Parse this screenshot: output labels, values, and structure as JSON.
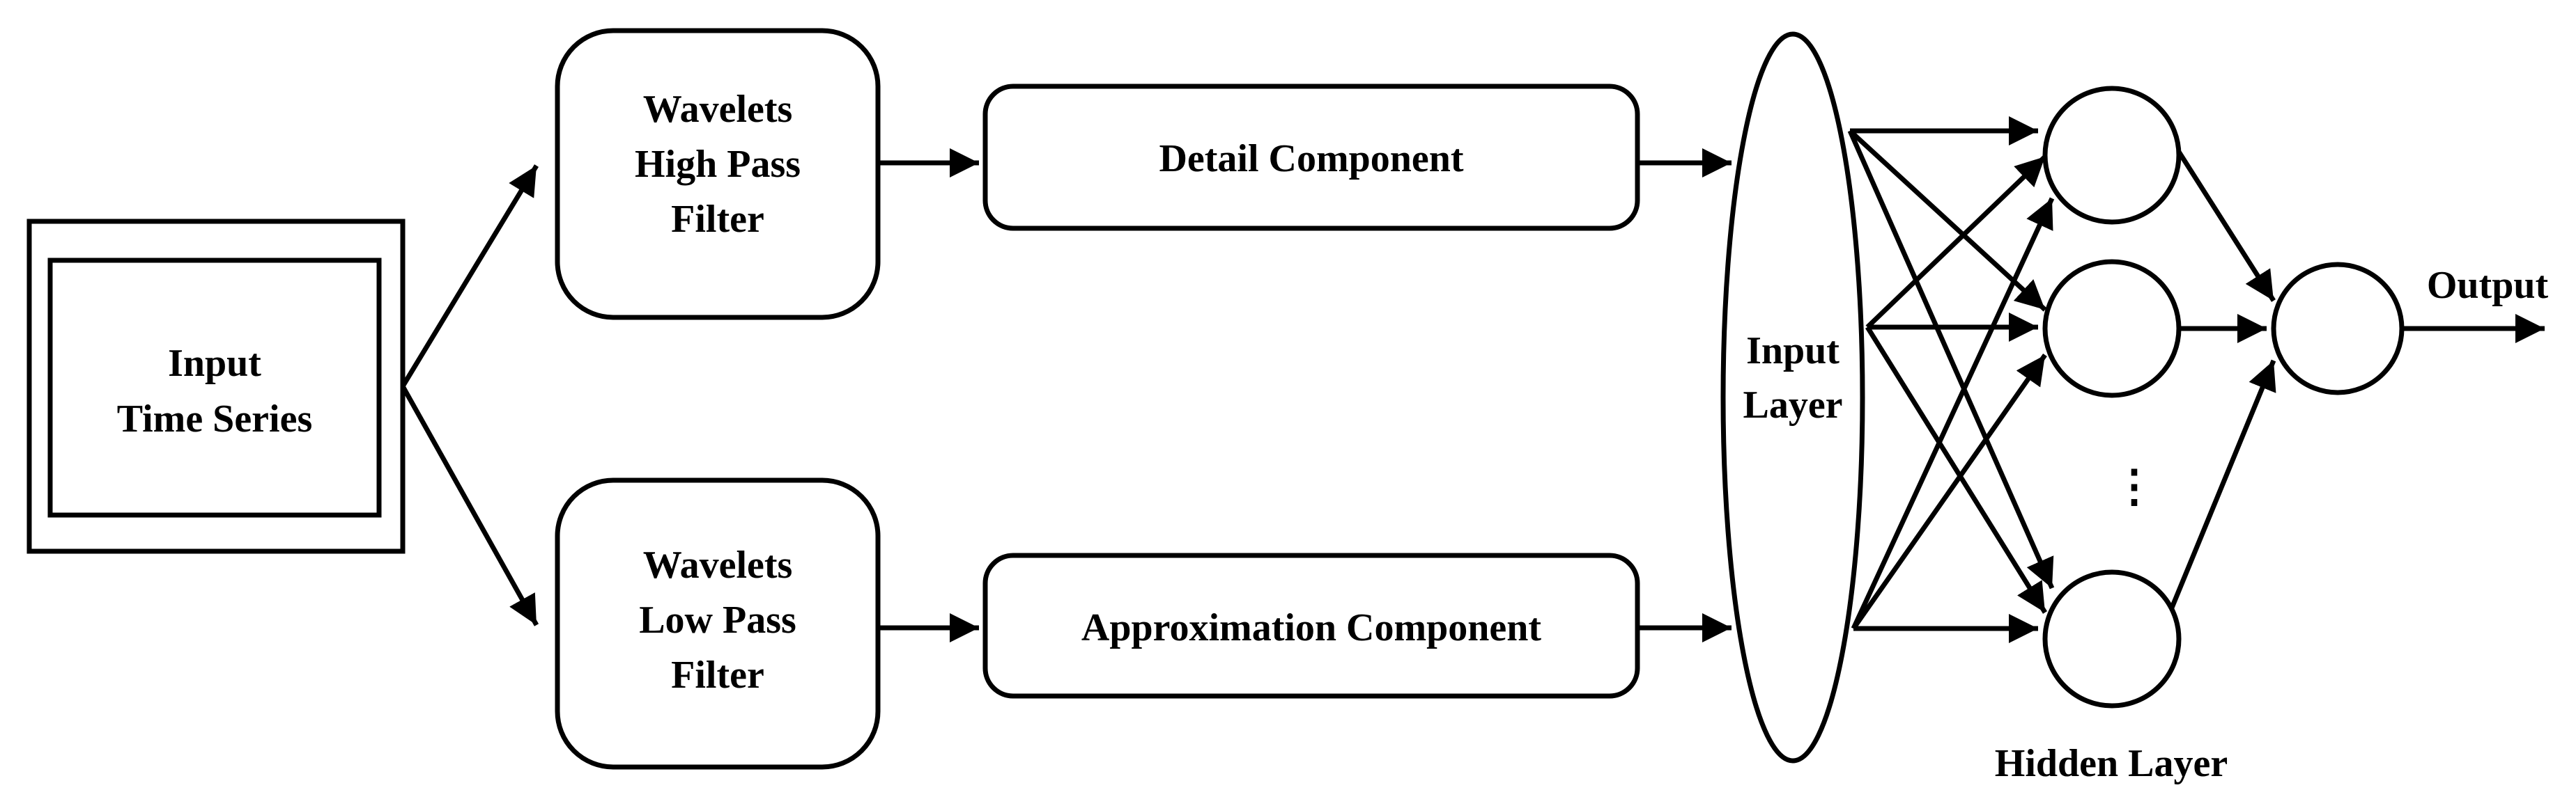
{
  "blocks": {
    "input_series": {
      "line1": "Input",
      "line2": "Time Series"
    },
    "high_pass": {
      "line1": "Wavelets",
      "line2": "High Pass",
      "line3": "Filter"
    },
    "low_pass": {
      "line1": "Wavelets",
      "line2": "Low Pass",
      "line3": "Filter"
    },
    "detail": {
      "label": "Detail Component"
    },
    "approximation": {
      "label": "Approximation  Component"
    }
  },
  "network": {
    "input_layer": {
      "line1": "Input",
      "line2": "Layer"
    },
    "hidden_layer_label": "Hidden Layer",
    "ellipsis": "⋮",
    "output_label": "Output"
  }
}
